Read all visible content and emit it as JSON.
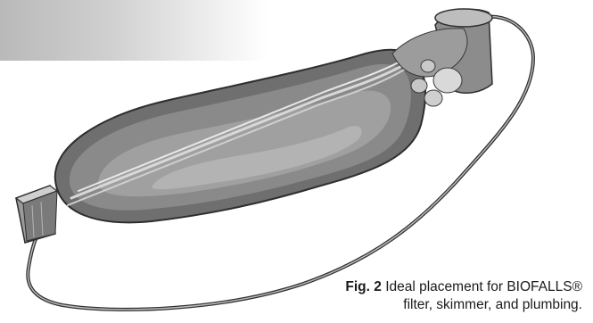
{
  "caption": {
    "figure_label": "Fig. 2",
    "line1": "Ideal placement for BIOFALLS®",
    "line2": "filter, skimmer, and plumbing."
  },
  "components": {
    "pond": "pond-icon",
    "waterfall": "biofalls-filter-icon",
    "skimmer": "skimmer-icon",
    "plumbing": "plumbing-pipe-icon",
    "rocks": "rock-icon"
  },
  "colors": {
    "header_band": "#c4c4c4",
    "pond_outer": "#7e7e7e",
    "pond_inner": "#9a9a9a",
    "stream": "#b8b8b8",
    "pipe": "#3a3a3a"
  }
}
